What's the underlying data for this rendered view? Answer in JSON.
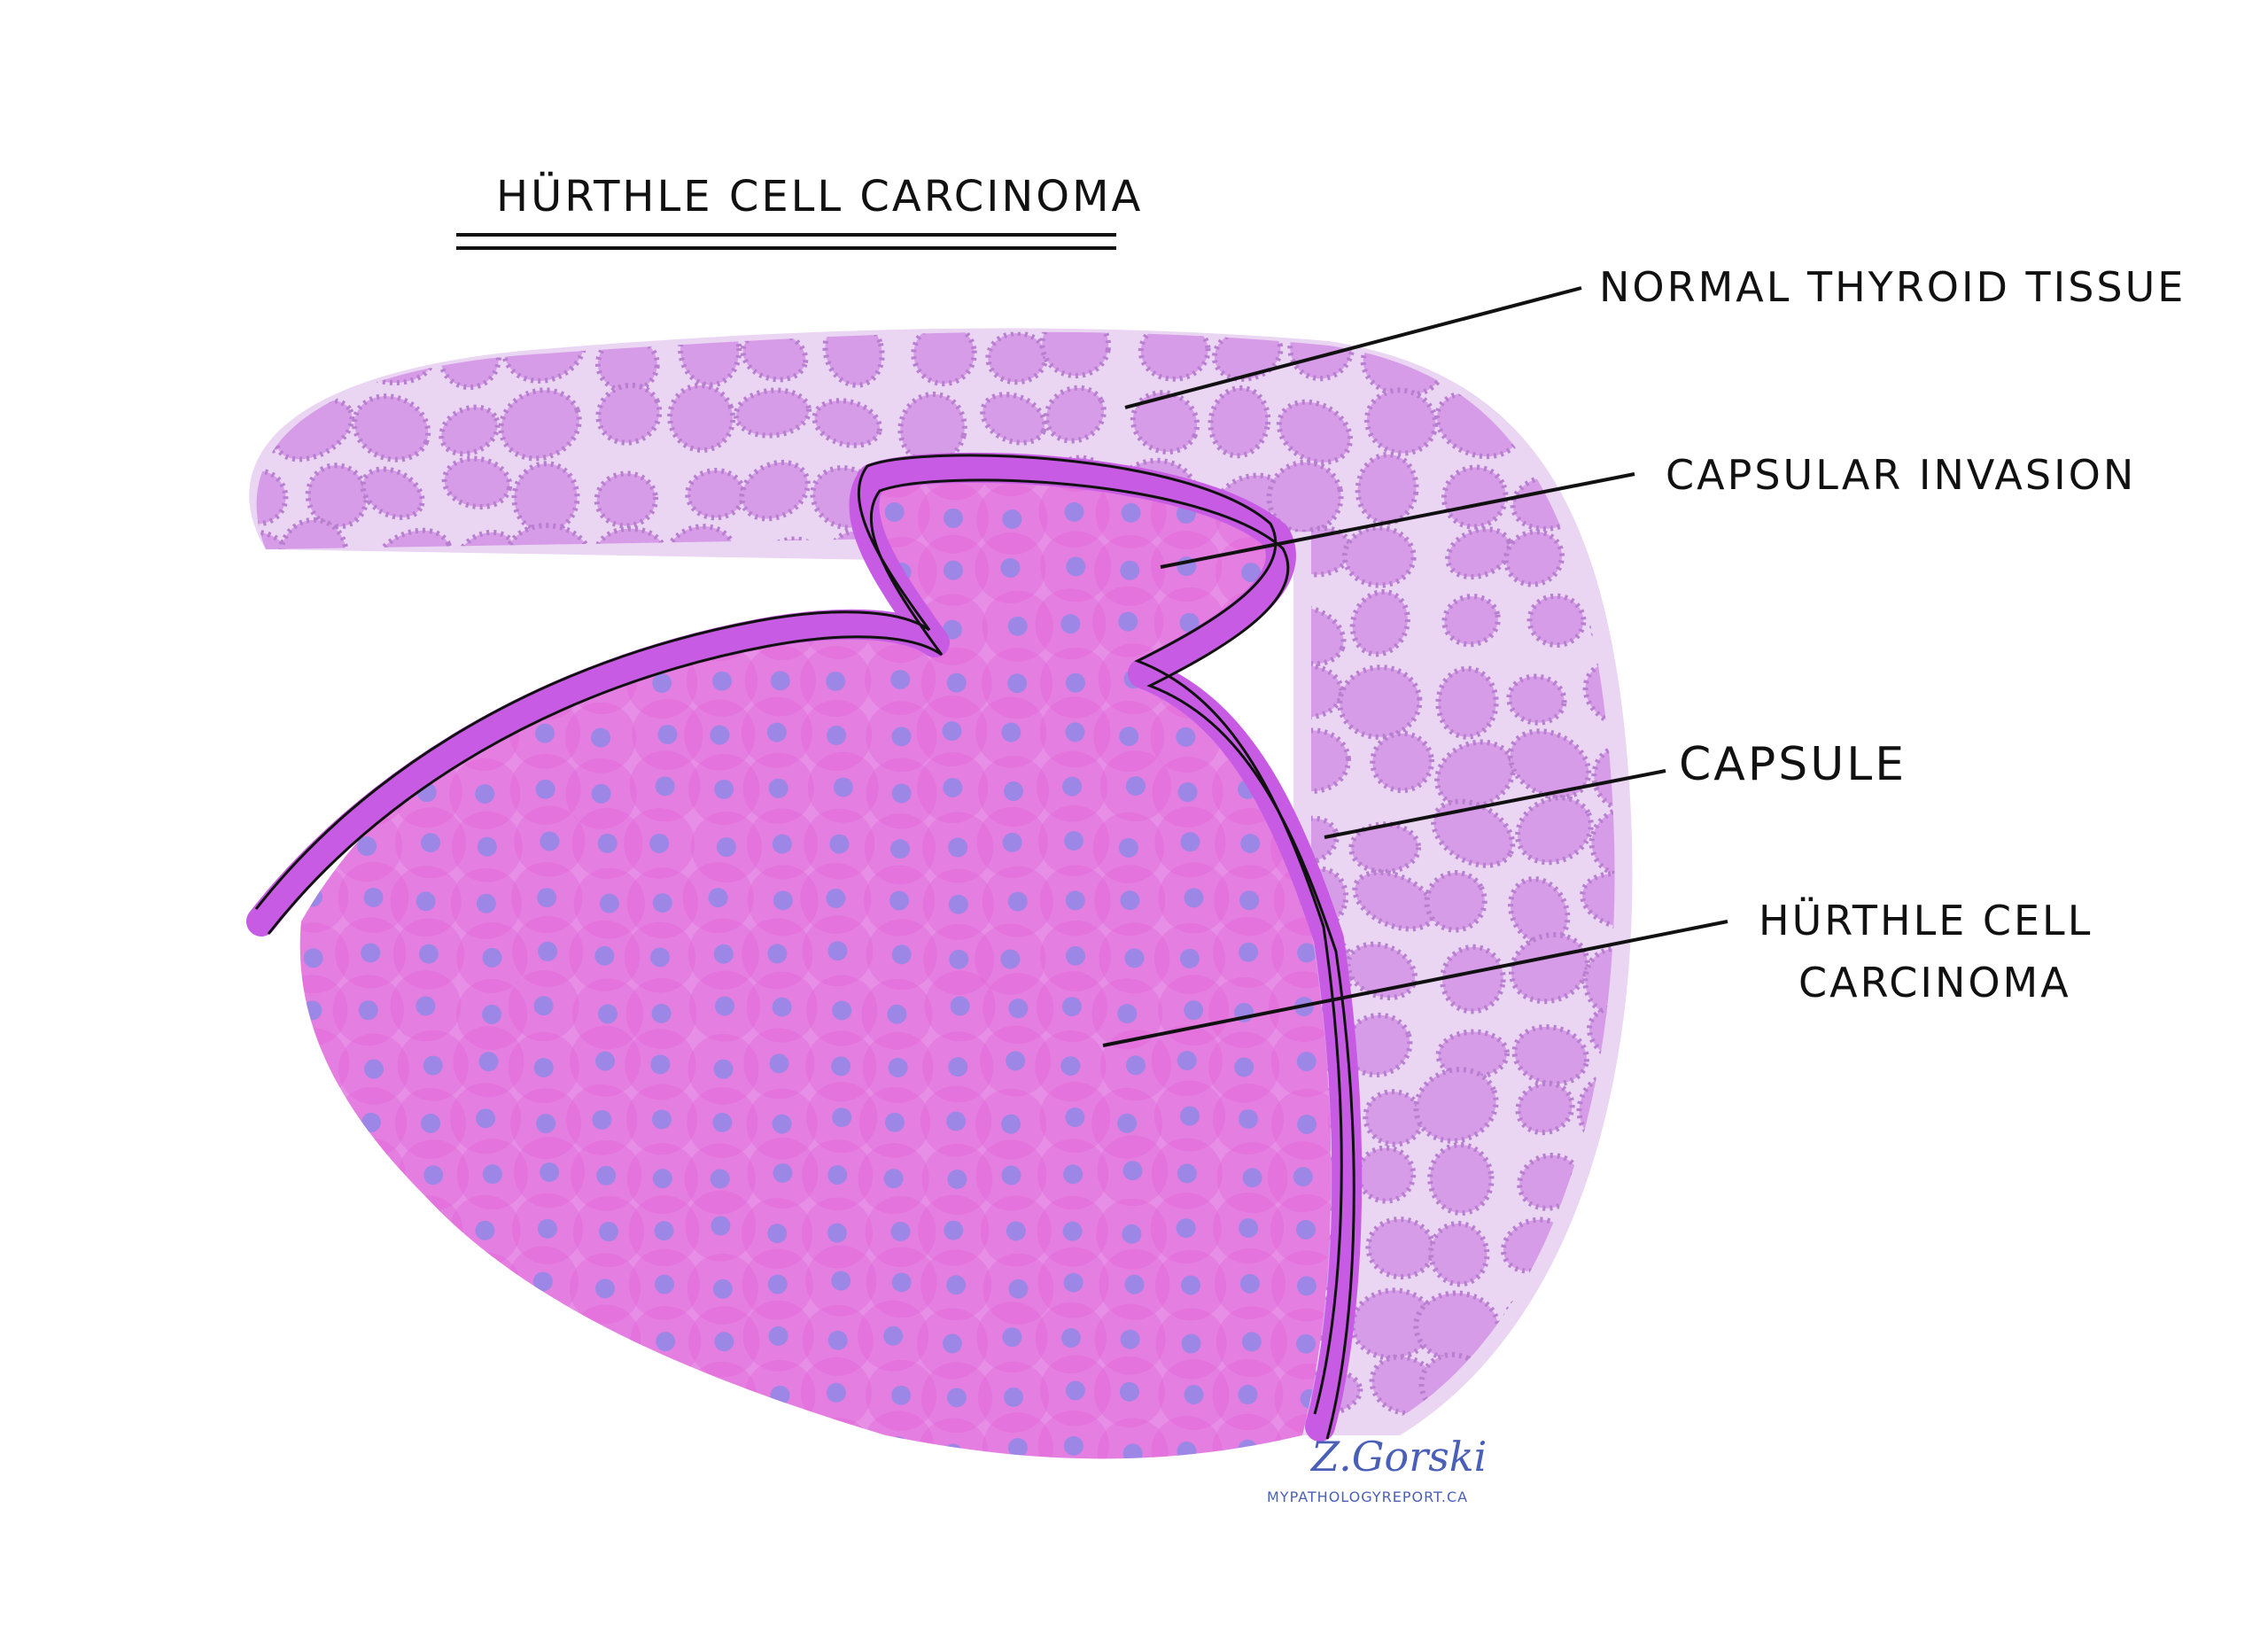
{
  "title": "HÜRTHLE CELL CARCINOMA",
  "labels": {
    "normal_tissue": "NORMAL THYROID TISSUE",
    "capsular_invasion": "CAPSULAR INVASION",
    "capsule": "CAPSULE",
    "carcinoma_line1": "HÜRTHLE CELL",
    "carcinoma_line2": "CARCINOMA"
  },
  "signature": {
    "name": "Z.Gorski",
    "site": "MYPATHOLOGYREPORT.CA"
  },
  "colors": {
    "background": "#ffffff",
    "normal_halo": "#ead5f3",
    "follicle_fill": "#d79ce8",
    "follicle_stroke": "#b87fd0",
    "tumor_fill": "#e78fe6",
    "tumor_cell": "#e15fd8",
    "nucleus": "#9c87e6",
    "capsule": "#c85be3",
    "ink": "#111111"
  }
}
